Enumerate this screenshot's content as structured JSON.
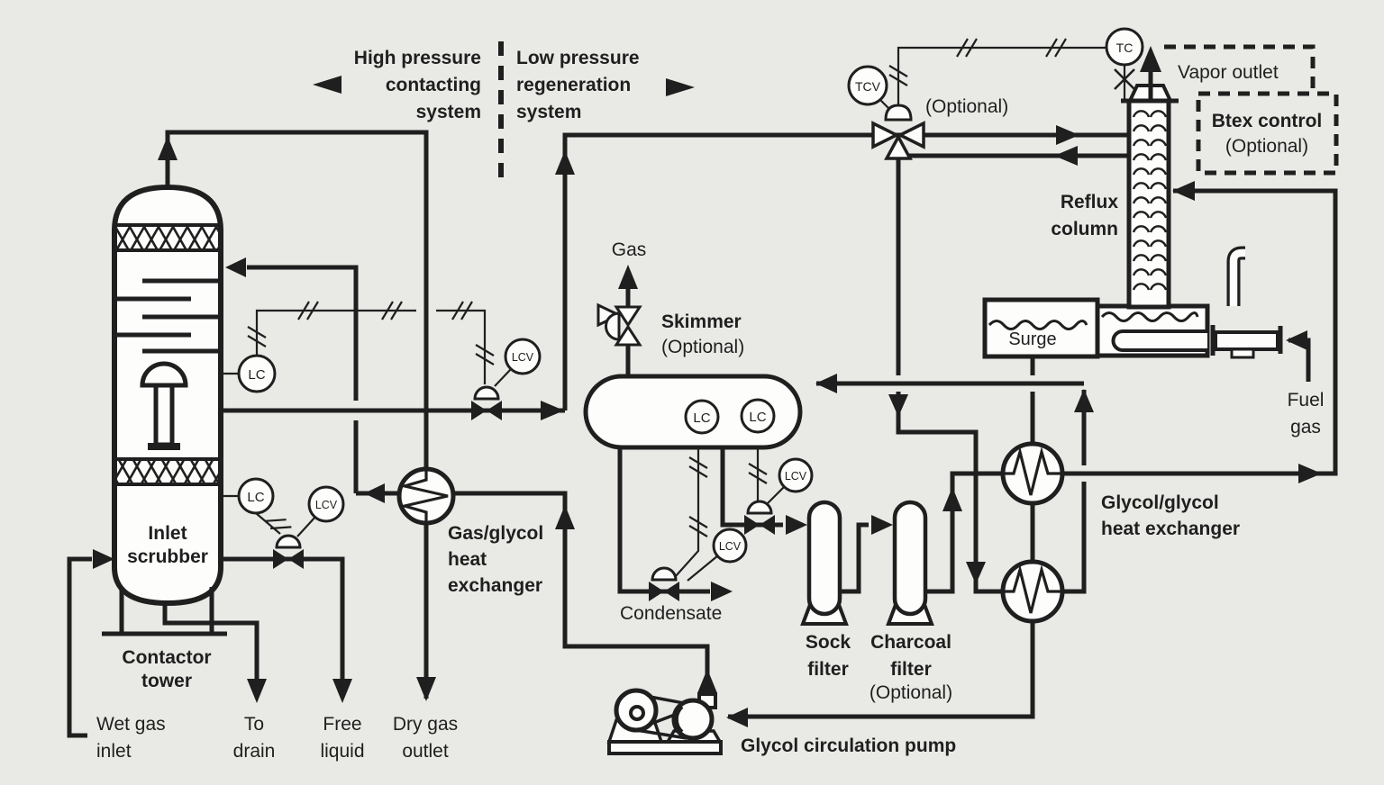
{
  "colors": {
    "background": "#e9e9e6",
    "line": "#1f1f1f",
    "fill": "#fdfdfc"
  },
  "headers": {
    "high_pressure": [
      "High pressure",
      "contacting",
      "system"
    ],
    "low_pressure": [
      "Low pressure",
      "regeneration",
      "system"
    ]
  },
  "instruments": {
    "lc": "LC",
    "lcv": "LCV",
    "tc": "TC",
    "tcv": "TCV"
  },
  "labels": {
    "contactor_tower": [
      "Contactor",
      "tower"
    ],
    "inlet_scrubber": [
      "Inlet",
      "scrubber"
    ],
    "wet_gas_inlet": [
      "Wet gas",
      "inlet"
    ],
    "to_drain": [
      "To",
      "drain"
    ],
    "free_liquid": [
      "Free",
      "liquid"
    ],
    "dry_gas_outlet": [
      "Dry gas",
      "outlet"
    ],
    "gas_glycol_hx": [
      "Gas/glycol",
      "heat",
      "exchanger"
    ],
    "gas": "Gas",
    "skimmer": [
      "Skimmer",
      "(Optional)"
    ],
    "condensate": "Condensate",
    "sock_filter": [
      "Sock",
      "filter"
    ],
    "charcoal_filter": [
      "Charcoal",
      "filter",
      "(Optional)"
    ],
    "glycol_pump": "Glycol circulation pump",
    "glycol_glycol_hx": [
      "Glycol/glycol",
      "heat exchanger"
    ],
    "reflux_column": [
      "Reflux",
      "column"
    ],
    "surge": "Surge",
    "fuel_gas": [
      "Fuel",
      "gas"
    ],
    "vapor_outlet": "Vapor outlet",
    "btex_control": [
      "Btex control",
      "(Optional)"
    ],
    "tcv_optional": "(Optional)"
  }
}
